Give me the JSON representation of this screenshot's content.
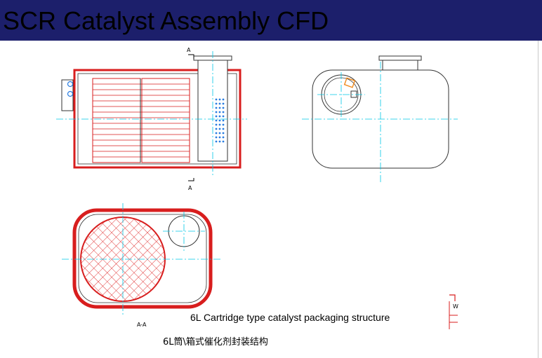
{
  "title": "SCR Catalyst Assembly CFD",
  "caption_en": "6L Cartridge type catalyst packaging structure",
  "caption_cn": "6L筒\\箱式催化剂封装结构",
  "section_labels": {
    "section_mark_top": "A",
    "section_mark_bottom": "A",
    "section_view_title": "A-A",
    "fragment_mark": "W"
  },
  "colors": {
    "header_bg": "#1c1f6b",
    "wall_red": "#d81e1e",
    "hatch_red": "#e23a3a",
    "centerline_cyan": "#00c8e6",
    "inlet_blue": "#2a7de1",
    "sensor_orange": "#f08a1c"
  }
}
